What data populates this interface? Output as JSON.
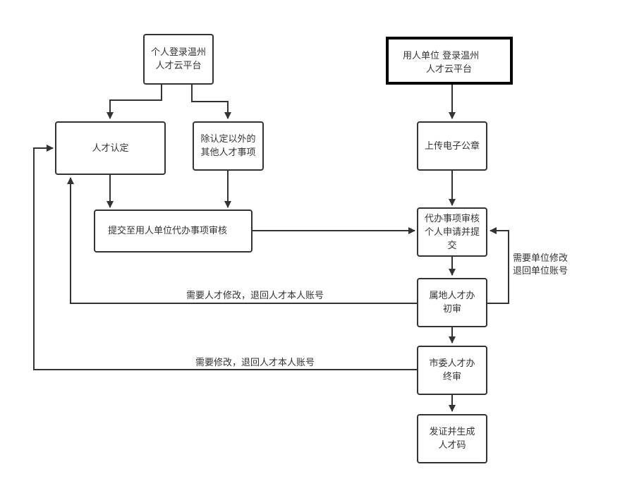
{
  "diagram": {
    "title": "",
    "nodes": {
      "personal_login": {
        "text": "个人登录温州\n人才云平台"
      },
      "employer_login": {
        "text": "用人单位 登录温州\n        人才云平台"
      },
      "talent_certification": {
        "text": "人才认定"
      },
      "other_talent_matters": {
        "text": "除认定以外的\n其他人才事项"
      },
      "submit_to_employer": {
        "text": "提交至用人单位代办事项审核"
      },
      "upload_e_seal": {
        "text": "上传电子公章"
      },
      "agency_review": {
        "text": "代办事项审核\n个人申请并提\n交"
      },
      "local_initial_review": {
        "text": "属地人才办\n初审"
      },
      "city_final_review": {
        "text": "市委人才办\n终审"
      },
      "issue_certificate": {
        "text": "发证并生成\n人才码"
      }
    },
    "edge_labels": {
      "return_to_employer": "需要单位修改\n退回单位账号",
      "return_to_talent_initial": "需要人才修改，退回人才本人账号",
      "return_to_talent_final": "需要修改，退回人才本人账号"
    },
    "edges": [
      {
        "from": "personal_login",
        "to": "talent_certification"
      },
      {
        "from": "personal_login",
        "to": "other_talent_matters"
      },
      {
        "from": "talent_certification",
        "to": "submit_to_employer"
      },
      {
        "from": "other_talent_matters",
        "to": "submit_to_employer"
      },
      {
        "from": "submit_to_employer",
        "to": "agency_review"
      },
      {
        "from": "employer_login",
        "to": "upload_e_seal"
      },
      {
        "from": "upload_e_seal",
        "to": "agency_review"
      },
      {
        "from": "agency_review",
        "to": "local_initial_review"
      },
      {
        "from": "local_initial_review",
        "to": "agency_review",
        "label": "return_to_employer"
      },
      {
        "from": "local_initial_review",
        "to": "talent_certification",
        "label": "return_to_talent_initial"
      },
      {
        "from": "local_initial_review",
        "to": "city_final_review"
      },
      {
        "from": "city_final_review",
        "to": "talent_certification",
        "label": "return_to_talent_final"
      },
      {
        "from": "city_final_review",
        "to": "issue_certificate"
      }
    ],
    "colors": {
      "line": "#333333",
      "text": "#333333",
      "border_strong": "#000000",
      "background": "#ffffff"
    }
  }
}
